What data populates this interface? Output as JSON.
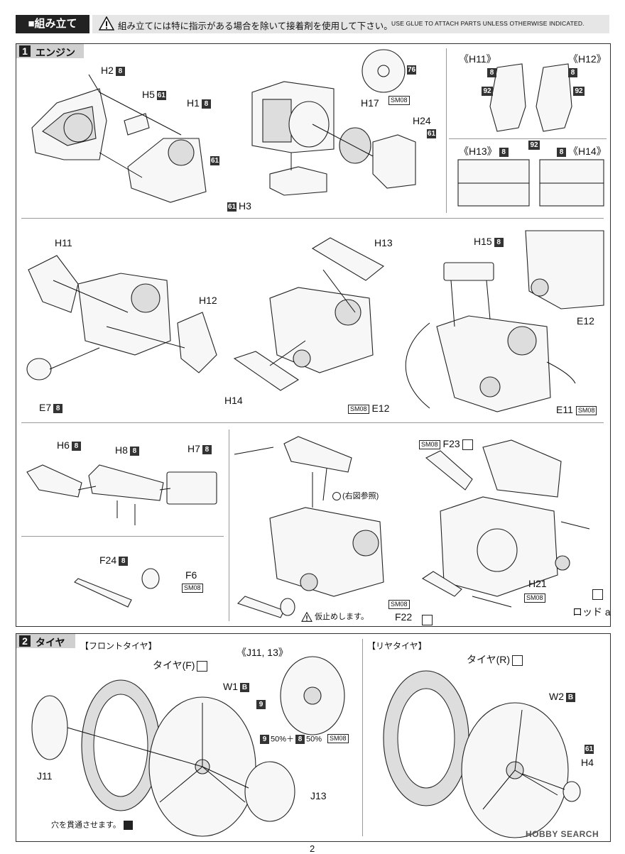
{
  "header": {
    "tag": "■組み立て",
    "notice_jp": "組み立てには特に指示がある場合を除いて接着剤を使用して下さい。",
    "notice_en": "USE GLUE TO ATTACH PARTS UNLESS OTHERWISE INDICATED."
  },
  "step1": {
    "num": "1",
    "title": "エンジン",
    "labels": {
      "h2": "H2",
      "h5": "H5",
      "h1": "H1",
      "h3": "H3",
      "h17": "H17",
      "h24": "H24",
      "h11": "《H11》",
      "h12": "《H12》",
      "h13": "《H13》",
      "h14": "《H14》",
      "h11b": "H11",
      "h12b": "H12",
      "h13b": "H13",
      "h14b": "H14",
      "h15": "H15",
      "e7": "E7",
      "e12": "E12",
      "e12b": "E12",
      "e11": "E11",
      "h6": "H6",
      "h8": "H8",
      "h7": "H7",
      "f24": "F24",
      "f6": "F6",
      "f23": "F23",
      "f22": "F22",
      "h21": "H21",
      "rod": "ロッド a",
      "see_right": "(右図参照)",
      "temp_fit": "仮止めします。"
    },
    "paint": {
      "p8": "8",
      "p61": "61",
      "p76": "76",
      "p92": "92"
    },
    "sm": "SM08"
  },
  "step2": {
    "num": "2",
    "title": "タイヤ",
    "front_title": "【フロントタイヤ】",
    "rear_title": "【リヤタイヤ】",
    "labels": {
      "tire_f": "タイヤ(F)",
      "tire_r": "タイヤ(R)",
      "w1": "W1",
      "w2": "W2",
      "j11_13": "《J11, 13》",
      "j11": "J11",
      "j13": "J13",
      "h4": "H4",
      "mix": "50%＋",
      "mix2": "50%",
      "hole": "穴を貫通させます。"
    },
    "paint": {
      "b": "B",
      "p9": "9",
      "p8": "8",
      "p61": "61"
    },
    "sm": "SM08"
  },
  "watermark": "HOBBY SEARCH",
  "page_number": "2"
}
